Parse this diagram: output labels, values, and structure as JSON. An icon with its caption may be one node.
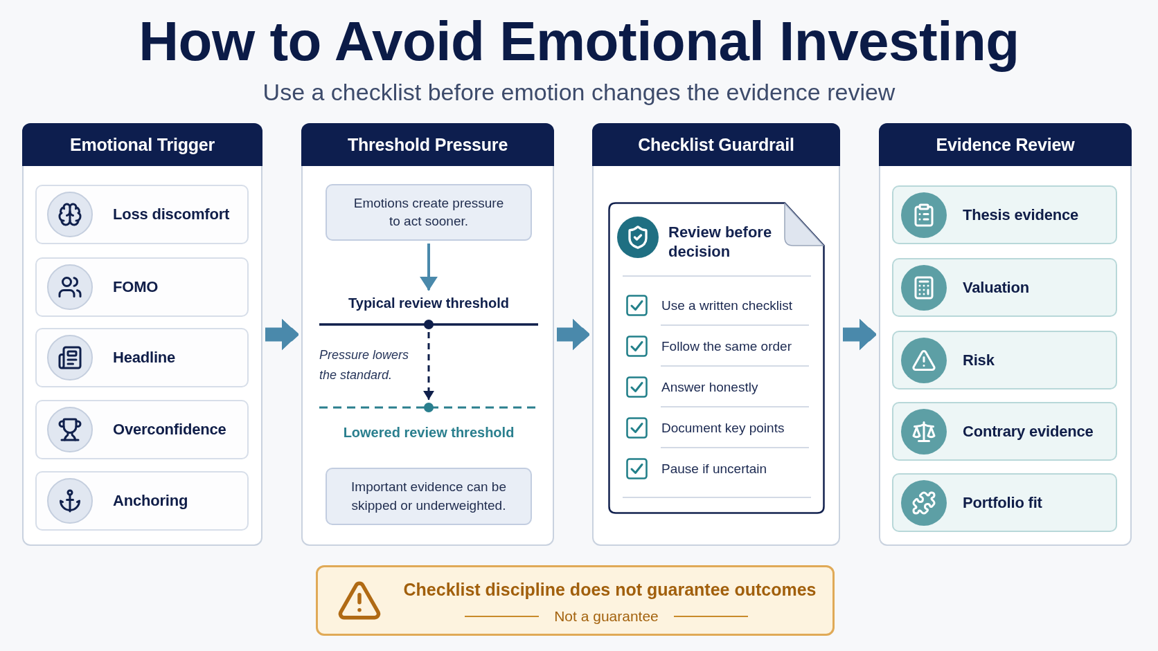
{
  "diagram": {
    "title": "How to Avoid Emotional Investing",
    "nodes": [
      {
        "text": [
          "Emotional Trigger"
        ]
      },
      {
        "text": [
          "Loss discomfort"
        ],
        "in": 0
      },
      {
        "text": [
          "FOMO"
        ],
        "in": 0
      },
      {
        "text": [
          "Headline"
        ],
        "in": 0
      },
      {
        "text": [
          "Overconfidence"
        ],
        "in": 0
      },
      {
        "text": [
          "Anchoring"
        ],
        "in": 0
      },
      {
        "text": [
          "Threshold Pressure"
        ]
      },
      {
        "text": [
          "Emotions create pressure to act sooner."
        ],
        "in": 6
      },
      {
        "text": [
          "Typical review threshold"
        ],
        "in": 6
      },
      {
        "text": [
          "Lowered review threshold"
        ],
        "in": 6
      },
      {
        "text": [
          "Important evidence can be skipped or underweighted."
        ],
        "in": 6
      },
      {
        "text": [
          "Checklist Guardrail"
        ]
      },
      {
        "text": [
          "Review before decision",
          "Use a written checklist",
          "Follow the same order",
          "Answer honestly",
          "Document key points",
          "Pause if uncertain"
        ],
        "in": 11
      },
      {
        "text": [
          "Evidence Review"
        ]
      },
      {
        "text": [
          "Thesis evidence"
        ],
        "in": 13
      },
      {
        "text": [
          "Valuation"
        ],
        "in": 13
      },
      {
        "text": [
          "Risk"
        ],
        "in": 13
      },
      {
        "text": [
          "Contrary evidence"
        ],
        "in": 13
      },
      {
        "text": [
          "Portfolio fit"
        ],
        "in": 13
      },
      {
        "text": [
          "Checklist discipline does not guarantee outcomes",
          "Not a guarantee"
        ]
      }
    ],
    "edges": [
      {
        "from": 0,
        "to": 6,
        "arrow": "to"
      },
      {
        "from": 6,
        "to": 11,
        "arrow": "to"
      },
      {
        "from": 11,
        "to": 13,
        "arrow": "to"
      },
      {
        "from": 7,
        "to": 8,
        "arrow": "to"
      },
      {
        "from": 8,
        "to": 9,
        "arrow": "to",
        "style": "dashed",
        "color": "#0f1f4b",
        "label": "Pressure lowers the standard."
      }
    ],
    "labels": [
      "Use a checklist before emotion changes the evidence review"
    ]
  }
}
